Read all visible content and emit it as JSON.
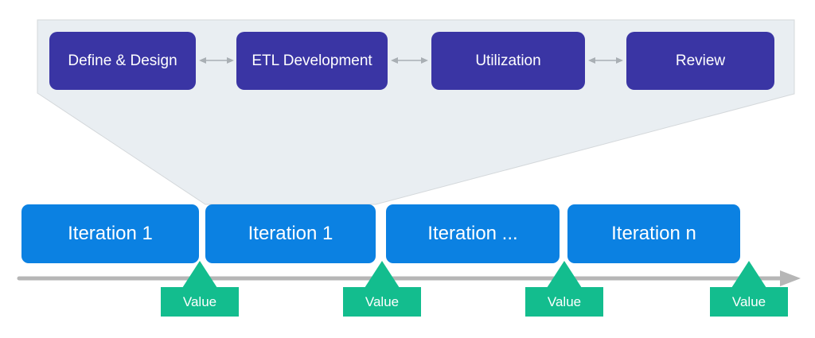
{
  "phases": [
    {
      "label": "Define & Design"
    },
    {
      "label": "ETL Development"
    },
    {
      "label": "Utilization"
    },
    {
      "label": "Review"
    }
  ],
  "iterations": [
    {
      "label": "Iteration 1"
    },
    {
      "label": "Iteration 1"
    },
    {
      "label": "Iteration ..."
    },
    {
      "label": "Iteration n"
    }
  ],
  "value_markers": [
    {
      "label": "Value"
    },
    {
      "label": "Value"
    },
    {
      "label": "Value"
    },
    {
      "label": "Value"
    }
  ],
  "colors": {
    "phase-box": "#3A35A4",
    "iteration-box": "#0B81E2",
    "value-green": "#13BD8E",
    "funnel-fill": "#E9EEF2",
    "funnel-stroke": "#D4D8DB",
    "connector-gray": "#A9AFB4",
    "timeline-gray": "#B6B6B6",
    "text-white": "#FFFFFF"
  }
}
